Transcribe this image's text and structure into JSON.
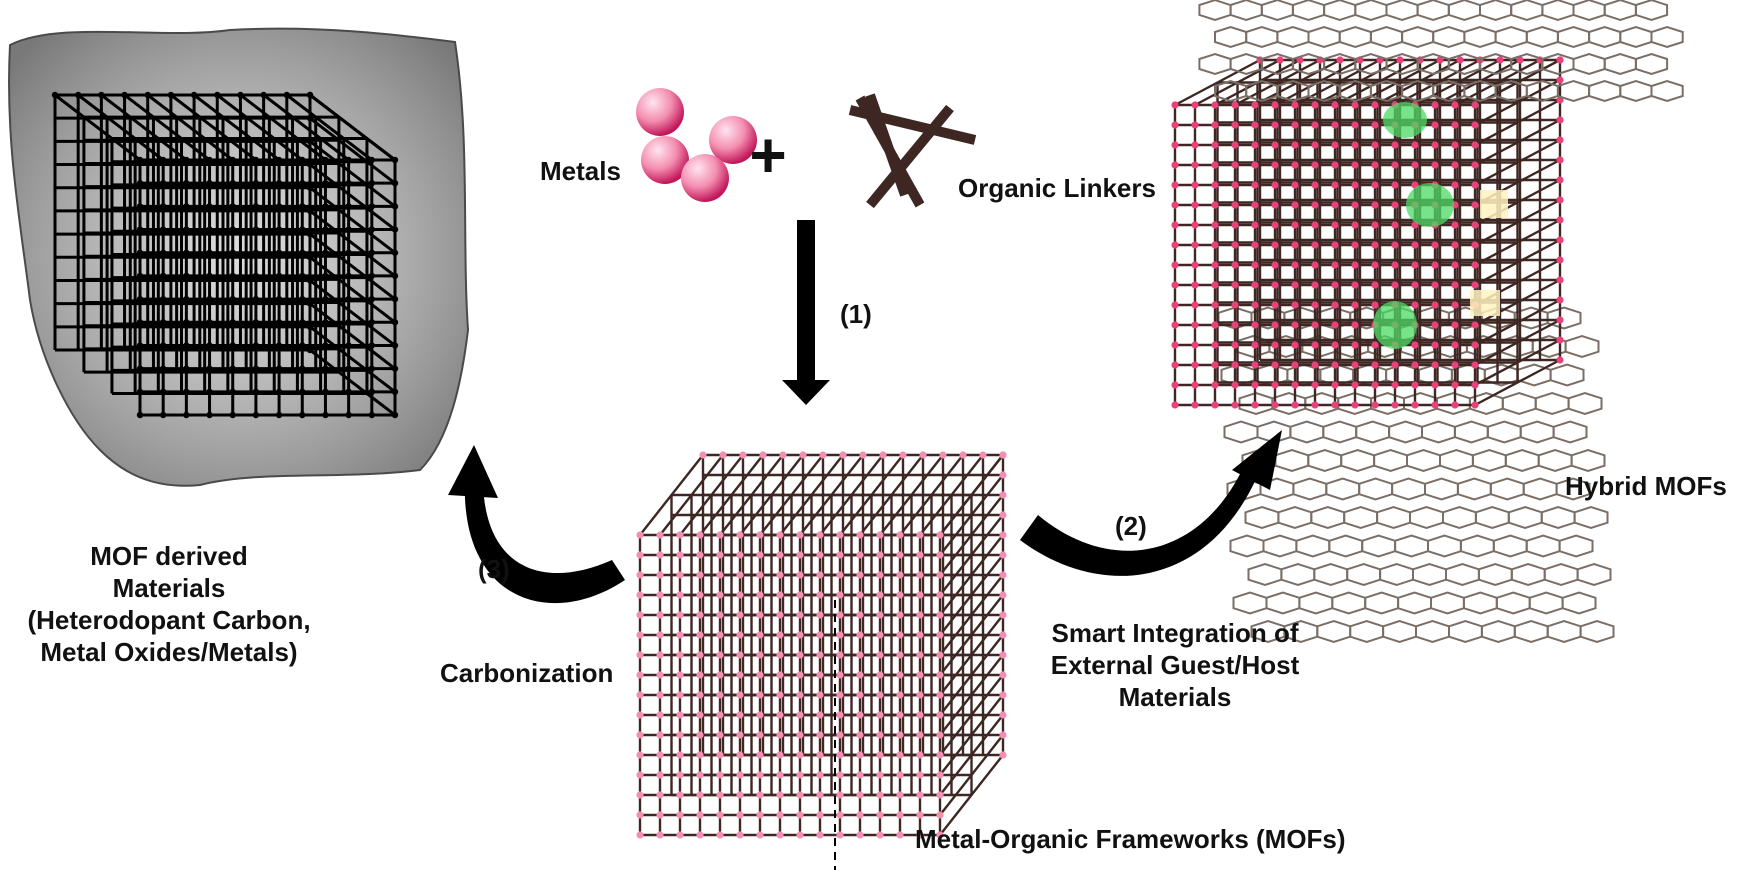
{
  "labels": {
    "metals": "Metals",
    "plus": "+",
    "organic_linkers": "Organic Linkers",
    "step1": "(1)",
    "step2": "(2)",
    "step3": "(3)",
    "mof_derived": [
      "MOF derived",
      "Materials",
      "(Heterodopant Carbon,",
      "Metal Oxides/Metals)"
    ],
    "carbonization": "Carbonization",
    "smart_integration": [
      "Smart Integration of",
      "External Guest/Host",
      "Materials"
    ],
    "hybrid_mofs": "Hybrid MOFs",
    "mofs": "Metal-Organic Frameworks (MOFs)"
  },
  "colors": {
    "metal_node": "#f48fb1",
    "linker": "#3e2723",
    "derived_lattice": "#000000",
    "derived_shell": "#8a8a8a",
    "hybrid_node": "#ec407a",
    "hybrid_sheet": "#7a6e66",
    "guest": "#4cd964",
    "arrow": "#000000"
  }
}
